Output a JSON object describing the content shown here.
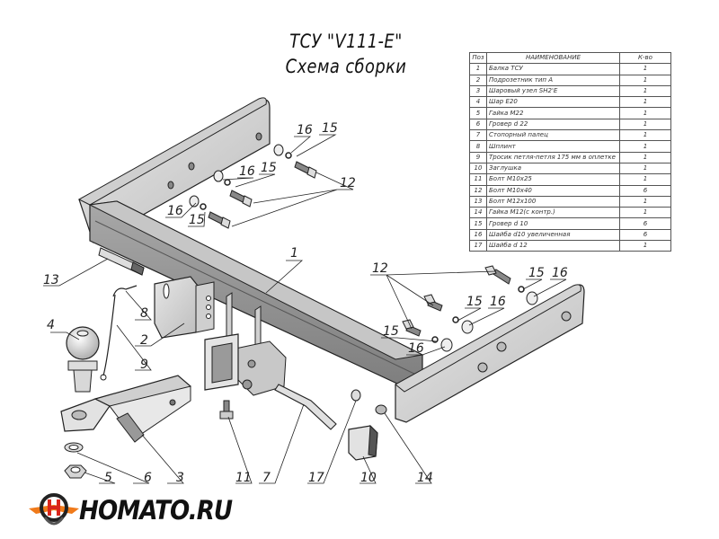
{
  "title": {
    "line1": "ТСУ \"V111-E\"",
    "line2": "Схема сборки"
  },
  "parts_table": {
    "headers": [
      "Поз",
      "НАИМЕНОВАНИЕ",
      "К-во"
    ],
    "rows": [
      {
        "pos": "1",
        "name": "Балка ТСУ",
        "qty": "1"
      },
      {
        "pos": "2",
        "name": "Подрозетник тип А",
        "qty": "1"
      },
      {
        "pos": "3",
        "name": "Шаровый узел SH2'E",
        "qty": "1"
      },
      {
        "pos": "4",
        "name": "Шар E20",
        "qty": "1"
      },
      {
        "pos": "5",
        "name": "Гайка М22",
        "qty": "1"
      },
      {
        "pos": "6",
        "name": "Гровер d 22",
        "qty": "1"
      },
      {
        "pos": "7",
        "name": "Стопорный палец",
        "qty": "1"
      },
      {
        "pos": "8",
        "name": "Шплинт",
        "qty": "1"
      },
      {
        "pos": "9",
        "name": "Тросик петля-петля 175 мм в оплетке",
        "qty": "1"
      },
      {
        "pos": "10",
        "name": "Заглушка",
        "qty": "1"
      },
      {
        "pos": "11",
        "name": "Болт М10х25",
        "qty": "1"
      },
      {
        "pos": "12",
        "name": "Болт М10х40",
        "qty": "6"
      },
      {
        "pos": "13",
        "name": "Болт М12х100",
        "qty": "1"
      },
      {
        "pos": "14",
        "name": "Гайка М12(с контр.)",
        "qty": "1"
      },
      {
        "pos": "15",
        "name": "Гровер d 10",
        "qty": "6"
      },
      {
        "pos": "16",
        "name": "Шайба d10 увеличенная",
        "qty": "6"
      },
      {
        "pos": "17",
        "name": "Шайба d 12",
        "qty": "1"
      }
    ]
  },
  "callouts": {
    "c1": "1",
    "c2": "2",
    "c3": "3",
    "c4": "4",
    "c5": "5",
    "c6": "6",
    "c7": "7",
    "c8": "8",
    "c9": "9",
    "c10": "10",
    "c11": "11",
    "c12a": "12",
    "c12b": "12",
    "c13": "13",
    "c14": "14",
    "c15a": "15",
    "c15b": "15",
    "c15c": "15",
    "c15d": "15",
    "c15e": "15",
    "c15f": "15",
    "c16a": "16",
    "c16b": "16",
    "c16c": "16",
    "c16d": "16",
    "c16e": "16",
    "c16f": "16",
    "c17": "17"
  },
  "logo": {
    "text": "HOMATO.RU",
    "colors": {
      "orange": "#f07a1a",
      "red": "#d9261c",
      "dark": "#222222"
    }
  },
  "colors": {
    "steel_dark": "#8e8e8e",
    "steel_mid": "#b5b5b5",
    "steel_light": "#dedede",
    "outline": "#222222"
  }
}
